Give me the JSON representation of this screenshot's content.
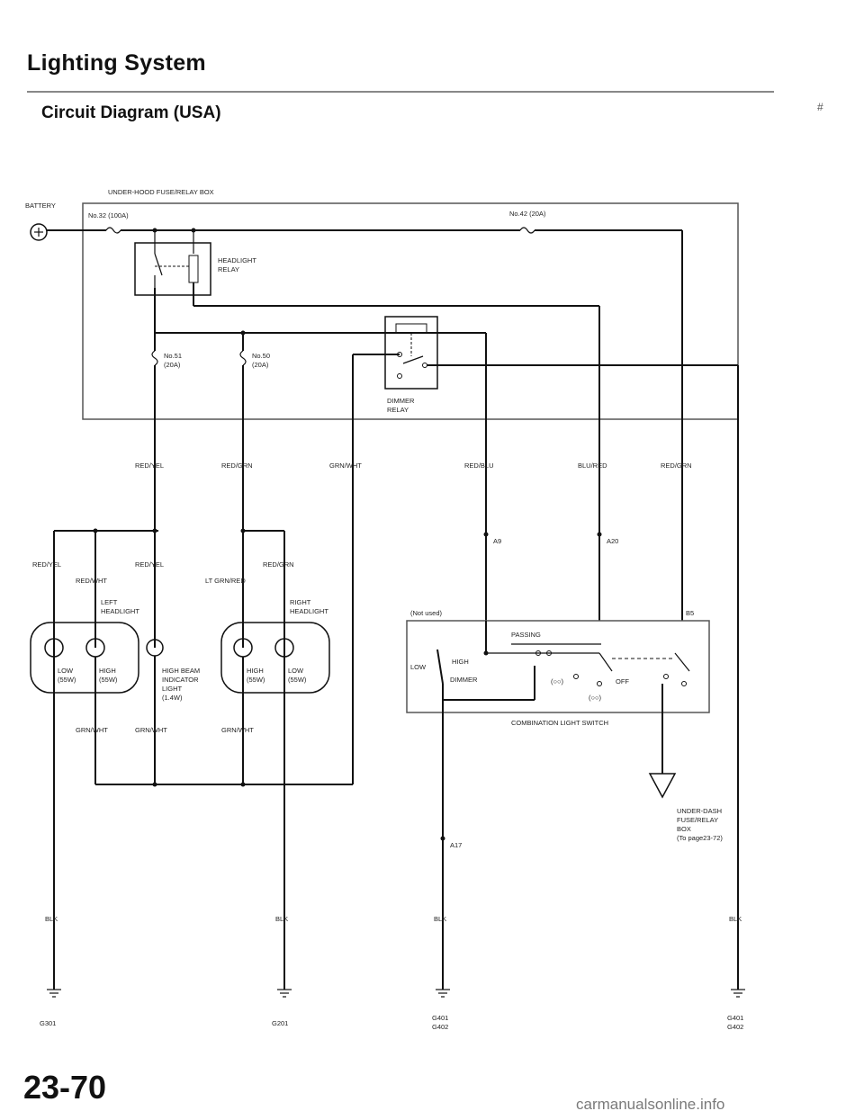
{
  "header": {
    "title": "Lighting System",
    "subtitle": "Circuit Diagram (USA)"
  },
  "corner_mark": "#",
  "page_number": "23-70",
  "watermark": "carmanualsonline.info",
  "diagram": {
    "fusebox_label": "UNDER-HOOD FUSE/RELAY BOX",
    "battery": "BATTERY",
    "fuse32": "No.32 (100A)",
    "fuse42": "No.42 (20A)",
    "headlight_relay": [
      "HEADLIGHT",
      "RELAY"
    ],
    "fuse51": [
      "No.51",
      "(20A)"
    ],
    "fuse50": [
      "No.50",
      "(20A)"
    ],
    "dimmer_relay": [
      "DIMMER",
      "RELAY"
    ],
    "wire_labels": {
      "red_yel": "RED/YEL",
      "red_grn": "RED/GRN",
      "grn_wht": "GRN/WHT",
      "red_blu": "RED/BLU",
      "blu_red": "BLU/RED",
      "red_grn2": "RED/GRN",
      "red_yel_left": "RED/YEL",
      "red_wht": "RED/WHT",
      "red_yel_mid": "RED/YEL",
      "lt_grn_red": "LT GRN/RED",
      "red_grn_right": "RED/GRN",
      "grn_wht_1": "GRN/WHT",
      "grn_wht_2": "GRN/WHT",
      "grn_wht_3": "GRN/WHT",
      "blk_1": "BLK",
      "blk_2": "BLK",
      "blk_3": "BLK",
      "blk_4": "BLK"
    },
    "left_headlight": [
      "LEFT",
      "HEADLIGHT"
    ],
    "right_headlight": [
      "RIGHT",
      "HEADLIGHT"
    ],
    "low_55w": [
      "LOW",
      "(55W)"
    ],
    "high_55w": [
      "HIGH",
      "(55W)"
    ],
    "high_55w_r": [
      "HIGH",
      "(55W)"
    ],
    "low_55w_r": [
      "LOW",
      "(55W)"
    ],
    "indicator": [
      "HIGH BEAM",
      "INDICATOR",
      "LIGHT",
      "(1.4W)"
    ],
    "connector_a9": "A9",
    "connector_a20": "A20",
    "connector_b5": "B5",
    "connector_a17": "A17",
    "not_used": "(Not used)",
    "passing": "PASSING",
    "switch_low": "LOW",
    "switch_high": "HIGH",
    "switch_dimmer": "DIMMER",
    "switch_off": "OFF",
    "switch_pos1": "(○○)",
    "switch_pos2": "(○○)",
    "combo_switch": "COMBINATION LIGHT SWITCH",
    "underdash": [
      "UNDER-DASH",
      "FUSE/RELAY",
      "BOX",
      "(To page23-72)"
    ],
    "ground_g301": "G301",
    "ground_g201": "G201",
    "ground_g401a": [
      "G401",
      "G402"
    ],
    "ground_g401b": [
      "G401",
      "G402"
    ]
  }
}
